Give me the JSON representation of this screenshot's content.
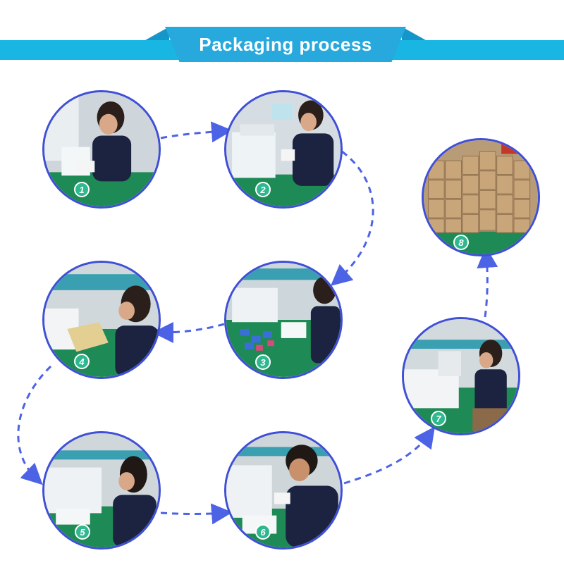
{
  "header": {
    "title": "Packaging process"
  },
  "steps": [
    {
      "number": "1"
    },
    {
      "number": "2"
    },
    {
      "number": "3"
    },
    {
      "number": "4"
    },
    {
      "number": "5"
    },
    {
      "number": "6"
    },
    {
      "number": "7"
    },
    {
      "number": "8"
    }
  ],
  "colors": {
    "banner": "#1ab6e3",
    "banner_tab": "#27a9dd",
    "circle_border": "#3f4fd6",
    "arrow": "#4d63e6",
    "badge": "#2fb88f"
  }
}
